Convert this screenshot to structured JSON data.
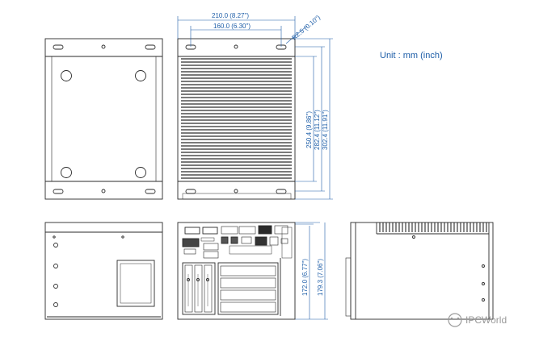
{
  "unit_note": "Unit : mm (inch)",
  "dimensions": {
    "width_overall": "210.0 (8.27\")",
    "width_holes": "160.0 (6.30\")",
    "radius": "R2.5 (0.10\")",
    "height_body": "250.4 (9.86\")",
    "height_holes": "282.4 (11.12\")",
    "height_overall": "302.4 (11.91\")",
    "depth_body": "172.0 (6.77\")",
    "depth_overall": "179.3 (7.06\")"
  },
  "watermark": "IPCWorld",
  "colors": {
    "line": "#2a2a2a",
    "dimension": "#1e5ea8",
    "fill": "#ffffff",
    "watermark": "#9a9a9a"
  }
}
